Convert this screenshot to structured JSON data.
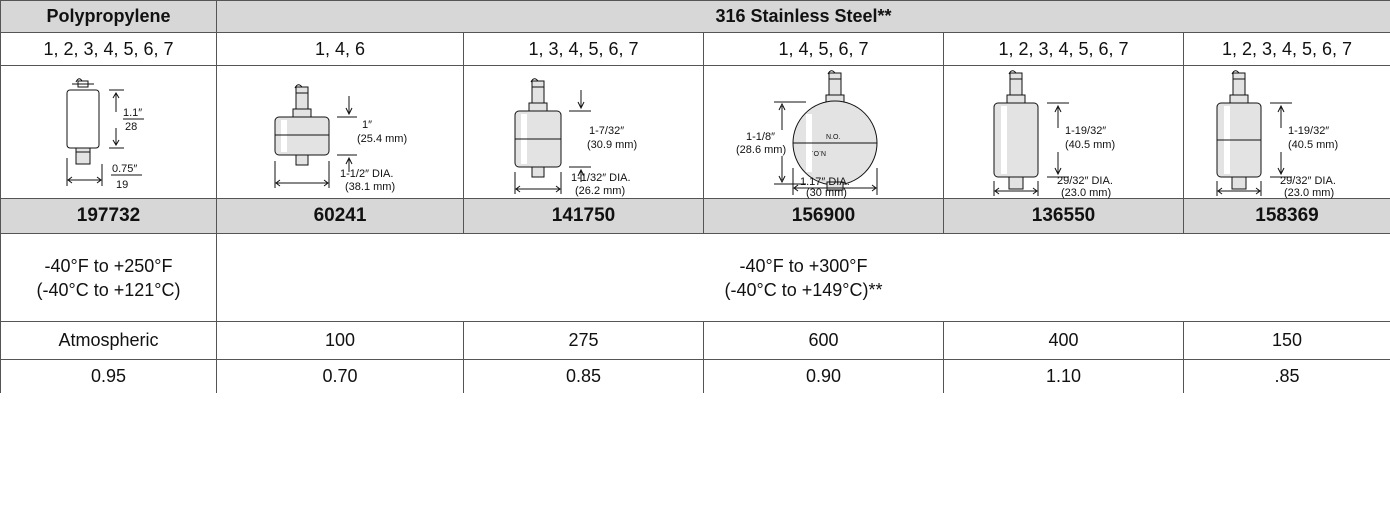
{
  "headers": {
    "polypropylene": "Polypropylene",
    "stainless": "316 Stainless Steel**"
  },
  "mounting_options": [
    "1, 2, 3, 4, 5, 6, 7",
    "1, 4, 6",
    "1, 3, 4, 5, 6, 7",
    "1, 4, 5, 6, 7",
    "1, 2, 3, 4, 5, 6, 7",
    "1, 2, 3, 4, 5, 6, 7"
  ],
  "drawings": {
    "d1": {
      "h_top": "1.1″",
      "h_bot": "28",
      "w_top": "0.75″",
      "w_bot": "19"
    },
    "d2": {
      "h1": "1″",
      "h2": "(25.4 mm)",
      "w1": "1-1/2″ DIA.",
      "w2": "(38.1 mm)"
    },
    "d3": {
      "h1": "1-7/32″",
      "h2": "(30.9 mm)",
      "w1": "1-1/32″ DIA.",
      "w2": "(26.2 mm)"
    },
    "d4": {
      "h1": "1-1/8″",
      "h2": "(28.6 mm)",
      "w1": "1.17″ DIA.",
      "w2": "(30 mm)",
      "no_top": "N.O.",
      "no_bot": "N.O."
    },
    "d5": {
      "h1": "1-19/32″",
      "h2": "(40.5 mm)",
      "w1": "29/32″ DIA.",
      "w2": "(23.0 mm)"
    },
    "d6": {
      "h1": "1-19/32″",
      "h2": "(40.5 mm)",
      "w1": "29/32″ DIA.",
      "w2": "(23.0 mm)"
    }
  },
  "models": [
    "197732",
    "60241",
    "141750",
    "156900",
    "136550",
    "158369"
  ],
  "temperature": {
    "poly_line1": "-40°F to +250°F",
    "poly_line2": "(-40°C to +121°C)",
    "ss_line1": "-40°F to +300°F",
    "ss_line2": "(-40°C to +149°C)**"
  },
  "pressure": [
    "Atmospheric",
    "100",
    "275",
    "600",
    "400",
    "150"
  ],
  "specific_gravity": [
    "0.95",
    "0.70",
    "0.85",
    "0.90",
    "1.10",
    ".85"
  ],
  "colors": {
    "header_bg": "#d7d7d7",
    "float_fill": "#e3e3e3",
    "border": "#555555"
  }
}
